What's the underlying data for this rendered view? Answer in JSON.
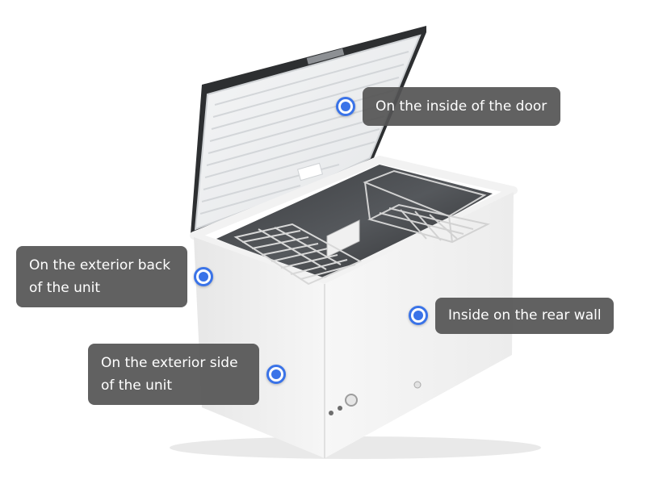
{
  "colors": {
    "marker": "#3a73e8",
    "label_bg": "#545454",
    "label_text": "#ffffff"
  },
  "hotspots": [
    {
      "id": "door",
      "lines": [
        "On the inside of the door"
      ]
    },
    {
      "id": "back",
      "lines": [
        "On the exterior back",
        "of the unit"
      ]
    },
    {
      "id": "rear-wall",
      "lines": [
        "Inside on the rear wall"
      ]
    },
    {
      "id": "side",
      "lines": [
        "On the exterior side",
        "of the unit"
      ]
    }
  ]
}
